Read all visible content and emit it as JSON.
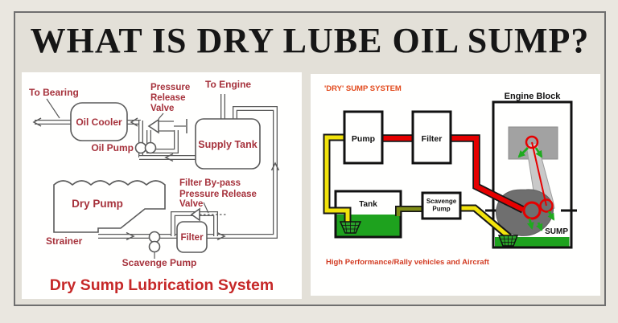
{
  "page": {
    "title": "WHAT IS DRY LUBE OIL SUMP?"
  },
  "colors": {
    "background": "#e3e0d8",
    "frame_border": "#6f6f6f",
    "panel": "#fffffe",
    "title_text": "#161616",
    "schematic_line": "#5a5a5a",
    "schematic_label_red": "#a6323c",
    "left_caption_red": "#c62828",
    "right_heading_orange": "#e2491c",
    "right_caption_red": "#d23b22",
    "pressure_pipe_red": "#e60000",
    "suction_pipe_yellow": "#f2e30c",
    "return_pipe_olive": "#7f8c16",
    "oil_green": "#1ea21e",
    "box_border_black": "#111111"
  },
  "left_diagram": {
    "caption": "Dry Sump Lubrication System",
    "labels": {
      "to_bearing": "To Bearing",
      "oil_cooler": "Oil Cooler",
      "oil_pump": "Oil Pump",
      "pressure_release_valve_line1": "Pressure",
      "pressure_release_valve_line2": "Release",
      "pressure_release_valve_line3": "Valve",
      "to_engine": "To Engine",
      "supply_tank": "Supply Tank",
      "filter_bypass_line1": "Filter By-pass",
      "filter_bypass_line2": "Pressure Release",
      "filter_bypass_line3": "Valve",
      "dry_pump": "Dry Pump",
      "strainer": "Strainer",
      "scavenge_pump": "Scavenge Pump",
      "filter": "Filter"
    }
  },
  "right_diagram": {
    "heading": "'DRY' SUMP SYSTEM",
    "caption": "High Performance/Rally vehicles and Aircraft",
    "labels": {
      "engine_block": "Engine Block",
      "pump": "Pump",
      "filter": "Filter",
      "tank": "Tank",
      "scavenge_pump_line1": "Scavenge",
      "scavenge_pump_line2": "Pump",
      "sump": "SUMP"
    }
  }
}
